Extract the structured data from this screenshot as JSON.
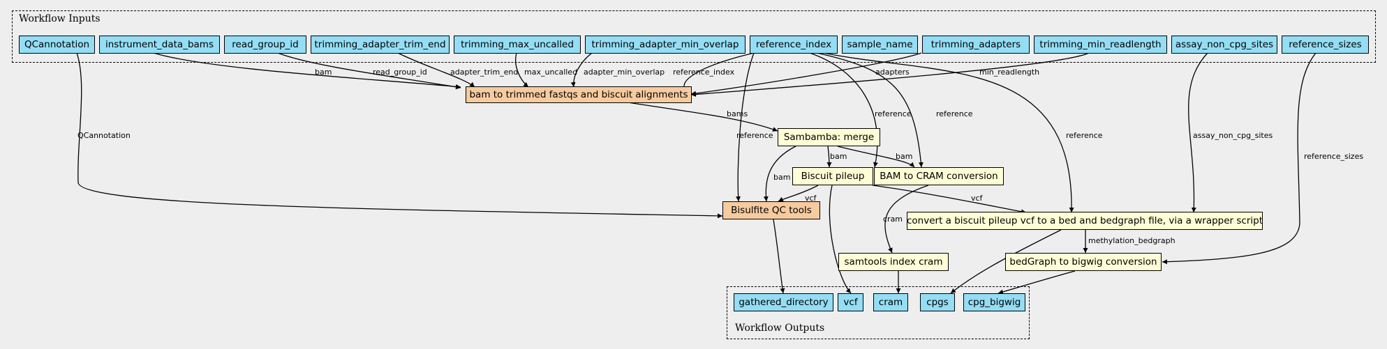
{
  "clusters": {
    "inputs_title": "Workflow Inputs",
    "outputs_title": "Workflow Outputs"
  },
  "inputs": {
    "qcannotation": "QCannotation",
    "instrument_data_bams": "instrument_data_bams",
    "read_group_id": "read_group_id",
    "trimming_adapter_trim_end": "trimming_adapter_trim_end",
    "trimming_max_uncalled": "trimming_max_uncalled",
    "trimming_adapter_min_overlap": "trimming_adapter_min_overlap",
    "reference_index": "reference_index",
    "sample_name": "sample_name",
    "trimming_adapters": "trimming_adapters",
    "trimming_min_readlength": "trimming_min_readlength",
    "assay_non_cpg_sites": "assay_non_cpg_sites",
    "reference_sizes": "reference_sizes"
  },
  "steps": {
    "trim_align": "bam to trimmed fastqs and biscuit alignments",
    "merge": "Sambamba: merge",
    "pileup": "Biscuit pileup",
    "cram": "BAM to CRAM conversion",
    "qc": "Bisulfite QC tools",
    "bedgraph": "convert a biscuit pileup vcf to a bed and bedgraph file, via a wrapper script",
    "index_cram": "samtools index cram",
    "bigwig": "bedGraph to bigwig conversion"
  },
  "outputs": {
    "gathered_directory": "gathered_directory",
    "vcf": "vcf",
    "cram": "cram",
    "cpgs": "cpgs",
    "cpg_bigwig": "cpg_bigwig"
  },
  "edge_labels": {
    "bam": "bam",
    "read_group_id": "read_group_id",
    "adapter_trim_end": "adapter_trim_end",
    "max_uncalled": "max_uncalled",
    "adapter_min_overlap": "adapter_min_overlap",
    "reference_index": "reference_index",
    "adapters": "adapters",
    "min_readlength": "min_readlength",
    "qcannotation": "QCannotation",
    "bams": "bams",
    "ref_qc": "reference",
    "ref_pileup": "reference",
    "ref_cram": "reference",
    "ref_bedgraph": "reference",
    "assay_non_cpg_sites": "assay_non_cpg_sites",
    "reference_sizes": "reference_sizes",
    "merge_bam_pileup": "bam",
    "merge_bam_cram": "bam",
    "merge_bam_qc": "bam",
    "pileup_vcf_qc": "vcf",
    "pileup_vcf_bedgraph": "vcf",
    "cram_out": "cram",
    "methylation_bedgraph": "methylation_bedgraph"
  }
}
